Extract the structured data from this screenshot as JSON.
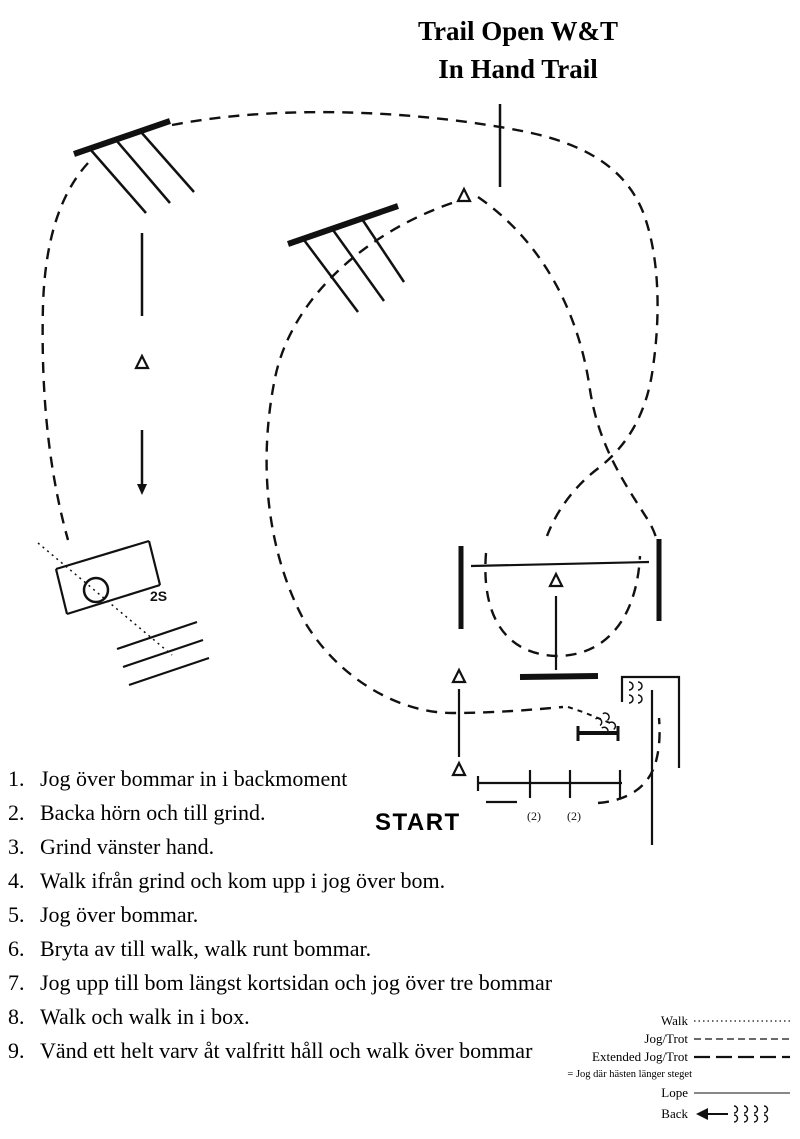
{
  "title": {
    "line1": "Trail Open W&T",
    "line2": "In Hand Trail"
  },
  "start_label": "START",
  "diagram_labels": {
    "gate_marker": "2S",
    "pole_pair_left": "(2)",
    "pole_pair_right": "(2)"
  },
  "instructions": [
    {
      "num": "1.",
      "text": "Jog över bommar in i backmoment"
    },
    {
      "num": "2.",
      "text": "Backa hörn och till grind."
    },
    {
      "num": "3.",
      "text": "Grind vänster hand."
    },
    {
      "num": "4.",
      "text": "Walk ifrån grind och kom upp i jog över bom."
    },
    {
      "num": "5.",
      "text": "Jog över bommar."
    },
    {
      "num": "6.",
      "text": "Bryta av till walk, walk runt bommar."
    },
    {
      "num": "7.",
      "text": "Jog upp till bom längst kortsidan och jog över tre bommar"
    },
    {
      "num": "8.",
      "text": "Walk och walk in i box."
    },
    {
      "num": "9.",
      "text": "Vänd ett helt varv åt valfritt håll och walk över bommar"
    }
  ],
  "legend": {
    "walk_label": "Walk",
    "jog_trot_label": "Jog/Trot",
    "extended_label": "Extended Jog/Trot",
    "extended_note": "= Jog där hästen länger steget",
    "lope_label": "Lope",
    "back_label": "Back"
  },
  "colors": {
    "ink": "#111111",
    "background": "#ffffff"
  }
}
